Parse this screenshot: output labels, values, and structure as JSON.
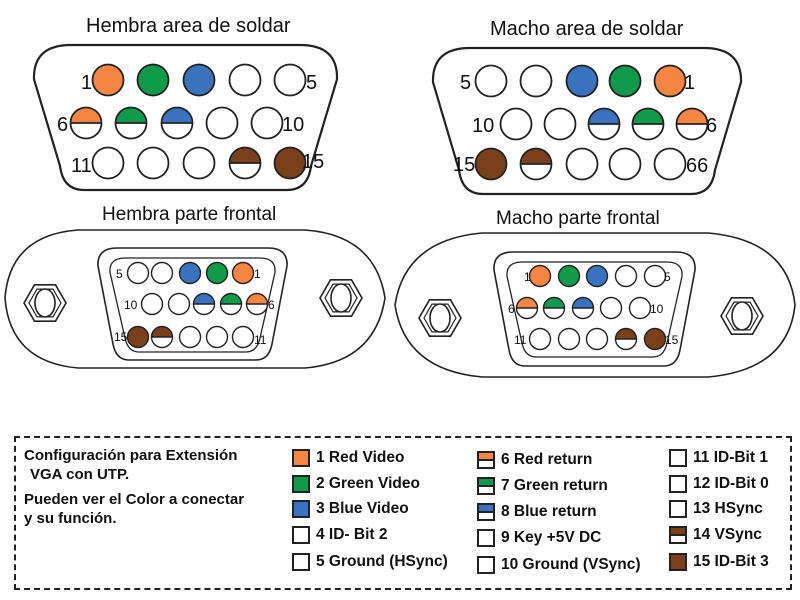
{
  "colors": {
    "orange": "#f58542",
    "green": "#129a4b",
    "blue": "#3b72c0",
    "brown": "#7a401b",
    "white": "#ffffff",
    "outline": "#222222"
  },
  "titles": {
    "hembra_soldar": "Hembra area de soldar",
    "macho_soldar": "Macho area de soldar",
    "hembra_frontal": "Hembra parte frontal",
    "macho_frontal": "Macho parte frontal"
  },
  "pin_labels": {
    "hembra_soldar": [
      "1",
      "5",
      "6",
      "10",
      "11",
      "15"
    ],
    "macho_soldar": [
      "5",
      "1",
      "10",
      "6",
      "15",
      "66"
    ],
    "hembra_frontal": [
      "5",
      "1",
      "10",
      "6",
      "15",
      "11"
    ],
    "macho_frontal": [
      "1",
      "5",
      "6",
      "10",
      "11",
      "15"
    ]
  },
  "legend": {
    "description": [
      "Configuración para Extensión",
      "VGA con UTP.",
      "Pueden ver el Color a conectar",
      "y su función."
    ],
    "items": [
      {
        "label": "1 Red Video",
        "color": "orange",
        "style": "solid"
      },
      {
        "label": "2 Green Video",
        "color": "green",
        "style": "solid"
      },
      {
        "label": "3 Blue Video",
        "color": "blue",
        "style": "solid"
      },
      {
        "label": "4 ID- Bit 2",
        "color": "white",
        "style": "solid"
      },
      {
        "label": "5 Ground (HSync)",
        "color": "white",
        "style": "solid"
      },
      {
        "label": "6 Red return",
        "color": "orange",
        "style": "half"
      },
      {
        "label": "7 Green return",
        "color": "green",
        "style": "half"
      },
      {
        "label": "8 Blue return",
        "color": "blue",
        "style": "half"
      },
      {
        "label": "9 Key +5V DC",
        "color": "white",
        "style": "solid"
      },
      {
        "label": "10 Ground (VSync)",
        "color": "white",
        "style": "solid"
      },
      {
        "label": "11 ID-Bit 1",
        "color": "white",
        "style": "solid"
      },
      {
        "label": "12 ID-Bit 0",
        "color": "white",
        "style": "solid"
      },
      {
        "label": "13 HSync",
        "color": "white",
        "style": "solid"
      },
      {
        "label": "14 VSync",
        "color": "brown",
        "style": "half"
      },
      {
        "label": "15 ID-Bit 3",
        "color": "brown",
        "style": "solid"
      }
    ]
  },
  "pin_order": {
    "hembra_soldar": [
      [
        1,
        2,
        3,
        4,
        5
      ],
      [
        6,
        7,
        8,
        9,
        10
      ],
      [
        11,
        12,
        13,
        14,
        15
      ]
    ],
    "macho_soldar": [
      [
        5,
        4,
        3,
        2,
        1
      ],
      [
        10,
        9,
        8,
        7,
        6
      ],
      [
        15,
        14,
        13,
        12,
        11
      ]
    ],
    "hembra_frontal": [
      [
        5,
        4,
        3,
        2,
        1
      ],
      [
        10,
        9,
        8,
        7,
        6
      ],
      [
        15,
        14,
        13,
        12,
        11
      ]
    ],
    "macho_frontal": [
      [
        1,
        2,
        3,
        4,
        5
      ],
      [
        6,
        7,
        8,
        9,
        10
      ],
      [
        11,
        12,
        13,
        14,
        15
      ]
    ]
  }
}
